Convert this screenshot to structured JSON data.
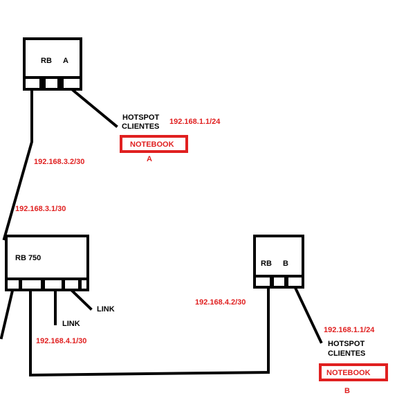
{
  "colors": {
    "ink": "#000000",
    "accent_red": "#e02020",
    "background": "#ffffff"
  },
  "routers": {
    "rb_a": {
      "label_name": "RB",
      "label_id": "A"
    },
    "rb_750": {
      "label": "RB 750"
    },
    "rb_b": {
      "label_name": "RB",
      "label_id": "B"
    }
  },
  "hotspot_a": {
    "line1": "HOTSPOT",
    "line2": "CLIENTES",
    "ip": "192.168.1.1/24"
  },
  "notebook_a": {
    "label": "NOTEBOOK",
    "caption": "A"
  },
  "link_a_750": {
    "ip_a_side": "192.168.3.2/30",
    "ip_750_side": "192.168.3.1/30"
  },
  "rb750_ports": {
    "link_label_1": "LINK",
    "link_label_2": "LINK"
  },
  "link_750_b": {
    "ip_750_side": "192.168.4.1/30",
    "ip_b_side": "192.168.4.2/30"
  },
  "hotspot_b": {
    "line1": "HOTSPOT",
    "line2": "CLIENTES",
    "ip": "192.168.1.1/24"
  },
  "notebook_b": {
    "label": "NOTEBOOK",
    "caption": "B"
  }
}
